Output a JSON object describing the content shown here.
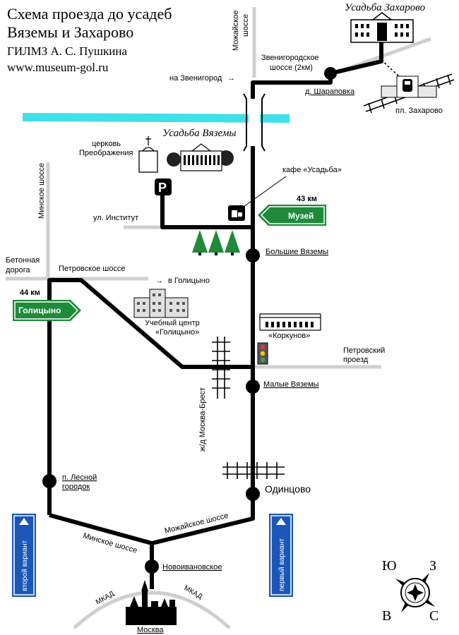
{
  "title": {
    "line1": "Схема проезда до усадеб",
    "line2": "Вяземы и Захарово",
    "line3": "ГИЛМЗ А. С. Пушкина",
    "url": "www.museum-gol.ru"
  },
  "labels": {
    "mozh_shosse_top": "Можайское",
    "mozh_shosse_top2": "шоссе",
    "usadba_zakharovo": "Усадьба Захарово",
    "zvenigorod_shosse1": "Звенигородское",
    "zvenigorod_shosse2": "шоссе (2км)",
    "na_zvenigorod": "на Звенигород",
    "sharapovka": "д. Шараповка",
    "pl_zakharovo": "пл. Захарово",
    "tserkov1": "церковь",
    "tserkov2": "Преображения",
    "usadba_vyazemy": "Усадьба Вяземы",
    "minskoe_shosse_left": "Минское шоссе",
    "kafe": "кафе «Усадьба»",
    "km43": "43 км",
    "muzey": "Музей",
    "ul_institut": "ул. Институт",
    "bolshie_vyazemy": "Большие Вяземы",
    "betonnaya1": "Бетонная",
    "betonnaya2": "дорога",
    "petrovskoe": "Петровское шоссе",
    "v_golitsyno": "в Голицыно",
    "km44": "44 км",
    "golitsyno": "Голицыно",
    "uchebny1": "Учебный центр",
    "uchebny2": "«Голицыно»",
    "korkunov": "«Коркунов»",
    "petrovsky1": "Петровский",
    "petrovsky2": "проезд",
    "malye_vyazemy": "Малые Вяземы",
    "railway": "ж/д Москва-Брест",
    "lesnoy1": "п. Лесной",
    "lesnoy2": "городок",
    "odintsovo": "Одинцово",
    "mozhayskoe_bottom": "Можайское шоссе",
    "minskoe_bottom": "Минское шоссе",
    "novoivanovskoe": "Новоивановское",
    "mkad_left": "МКАД",
    "mkad_right": "МКАД",
    "moskva": "Москва",
    "vtoroy_variant": "второй вариант",
    "pervy_variant": "первый вариант",
    "parking": "P"
  },
  "compass": {
    "ne": "Ю",
    "nw": "З",
    "sw": "В",
    "se": "С"
  },
  "colors": {
    "road": "#000000",
    "minor_road": "#cfcfcf",
    "river": "#3fe0e8",
    "sign_green": "#1e8a3a",
    "sign_blue": "#1a57b8",
    "tree": "#1f8a3a"
  }
}
